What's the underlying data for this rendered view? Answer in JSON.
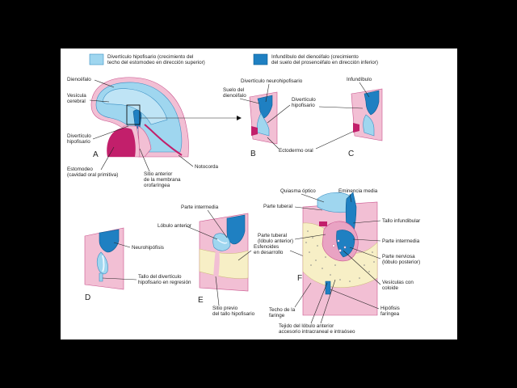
{
  "legend": {
    "light": "Divertículo hipofisario (crecimiento del techo del estomodeo en dirección superior)",
    "light_l1": "Divertículo hipofisario (crecimiento del",
    "light_l2": "techo del estomodeo en dirección superior)",
    "dark_l1": "Infundíbulo del diencéfalo (crecimiento",
    "dark_l2": "del suelo del prosencéfalo en dirección inferior)"
  },
  "colors": {
    "hypophyseal_diverticulum": "#9fd6ef",
    "infundibulum": "#1f80c2",
    "ectoderm": "#f2bfd4",
    "notochord": "#c21f6b",
    "bone": "#f7efc6"
  },
  "panels": {
    "A": {
      "letter": "A",
      "diencefalo": "Diencéfalo",
      "vesicula_1": "Vesícula",
      "vesicula_2": "cerebral",
      "divert_1": "Divertículo",
      "divert_2": "hipofisario",
      "estomodeo_1": "Estomodeo",
      "estomodeo_2": "(cavidad oral primitiva)",
      "sitio_1": "Sitio anterior",
      "sitio_2": "de la membrana",
      "sitio_3": "orofaríngea",
      "notocorda": "Notocorda"
    },
    "B": {
      "letter": "B",
      "suelo_1": "Suelo del",
      "suelo_2": "diencéfalo",
      "neuro": "Divertículo neurohipofisario",
      "divhip_1": "Divertículo",
      "divhip_2": "hipofisario",
      "ectodermo": "Ectodermo oral"
    },
    "C": {
      "letter": "C",
      "infundibulo": "Infundíbulo"
    },
    "D": {
      "letter": "D",
      "neurohipofisis": "Neurohipófisis",
      "tallo_1": "Tallo del divertículo",
      "tallo_2": "hipofisario en regresión"
    },
    "E": {
      "letter": "E",
      "parte_intermedia": "Parte intermedia",
      "lobulo_anterior": "Lóbulo anterior",
      "esfenoides_1": "Esfenoides",
      "esfenoides_2": "en desarrollo",
      "sitio_1": "Sitio previo",
      "sitio_2": "del tallo hipofisario"
    },
    "F": {
      "letter": "F",
      "quiasma": "Quiasma óptico",
      "eminencia": "Eminencia media",
      "tuberal": "Parte tuberal",
      "tallo_inf": "Tallo infundibular",
      "tuberal2_1": "Parte tuberal",
      "tuberal2_2": "(lóbulo anterior)",
      "intermedia": "Parte intermedia",
      "nerviosa_1": "Parte nerviosa",
      "nerviosa_2": "(lóbulo posterior)",
      "vesiculas_1": "Vesículas con",
      "vesiculas_2": "coloide",
      "techo_1": "Techo de la",
      "techo_2": "faringe",
      "tejido_1": "Tejido del lóbulo anterior",
      "tejido_2": "accesorio intracraneal e intraóseo",
      "hipofisis_1": "Hipófisis",
      "hipofisis_2": "faríngea"
    }
  }
}
